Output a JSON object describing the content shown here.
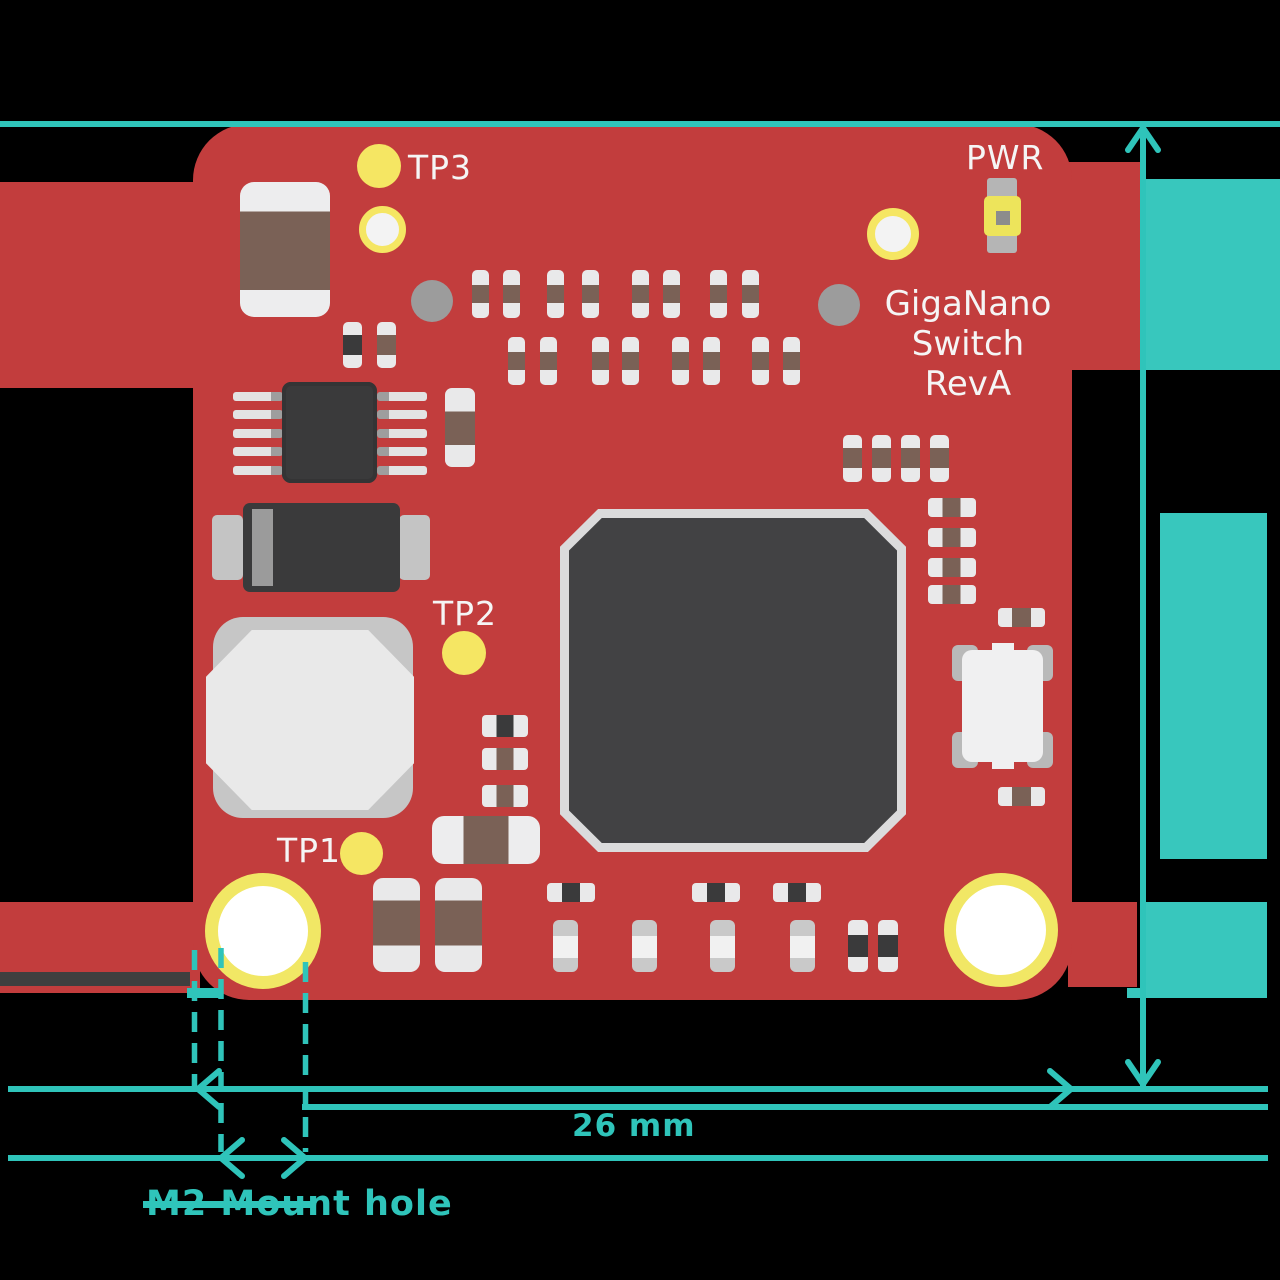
{
  "colors": {
    "background": "#000000",
    "board_red": "#C23D3D",
    "teal": "#2FC4BA",
    "teal_block": "#38C7BD",
    "pad_white": "#E9E9EA",
    "component_brown": "#7A6156",
    "component_dark": "#3A3A3B",
    "chip_dark": "#424244",
    "chip_silver": "#DBDBDC",
    "silkscreen_white": "#F5F5F5",
    "testpoint_yellow": "#F5E663",
    "hole_ring_yellow": "#F1E765",
    "fiducial_gray": "#9C9C9C",
    "led_yellow": "#EDE45B"
  },
  "board": {
    "silkscreen_line1": "GigaNano",
    "silkscreen_line2": "Switch",
    "silkscreen_line3": "RevA"
  },
  "test_points": {
    "tp1": "TP1",
    "tp2": "TP2",
    "tp3": "TP3"
  },
  "power_led_label": "PWR",
  "dimensions": {
    "board_width": "26 mm",
    "mount_hole_note": "M2 Mount hole"
  }
}
